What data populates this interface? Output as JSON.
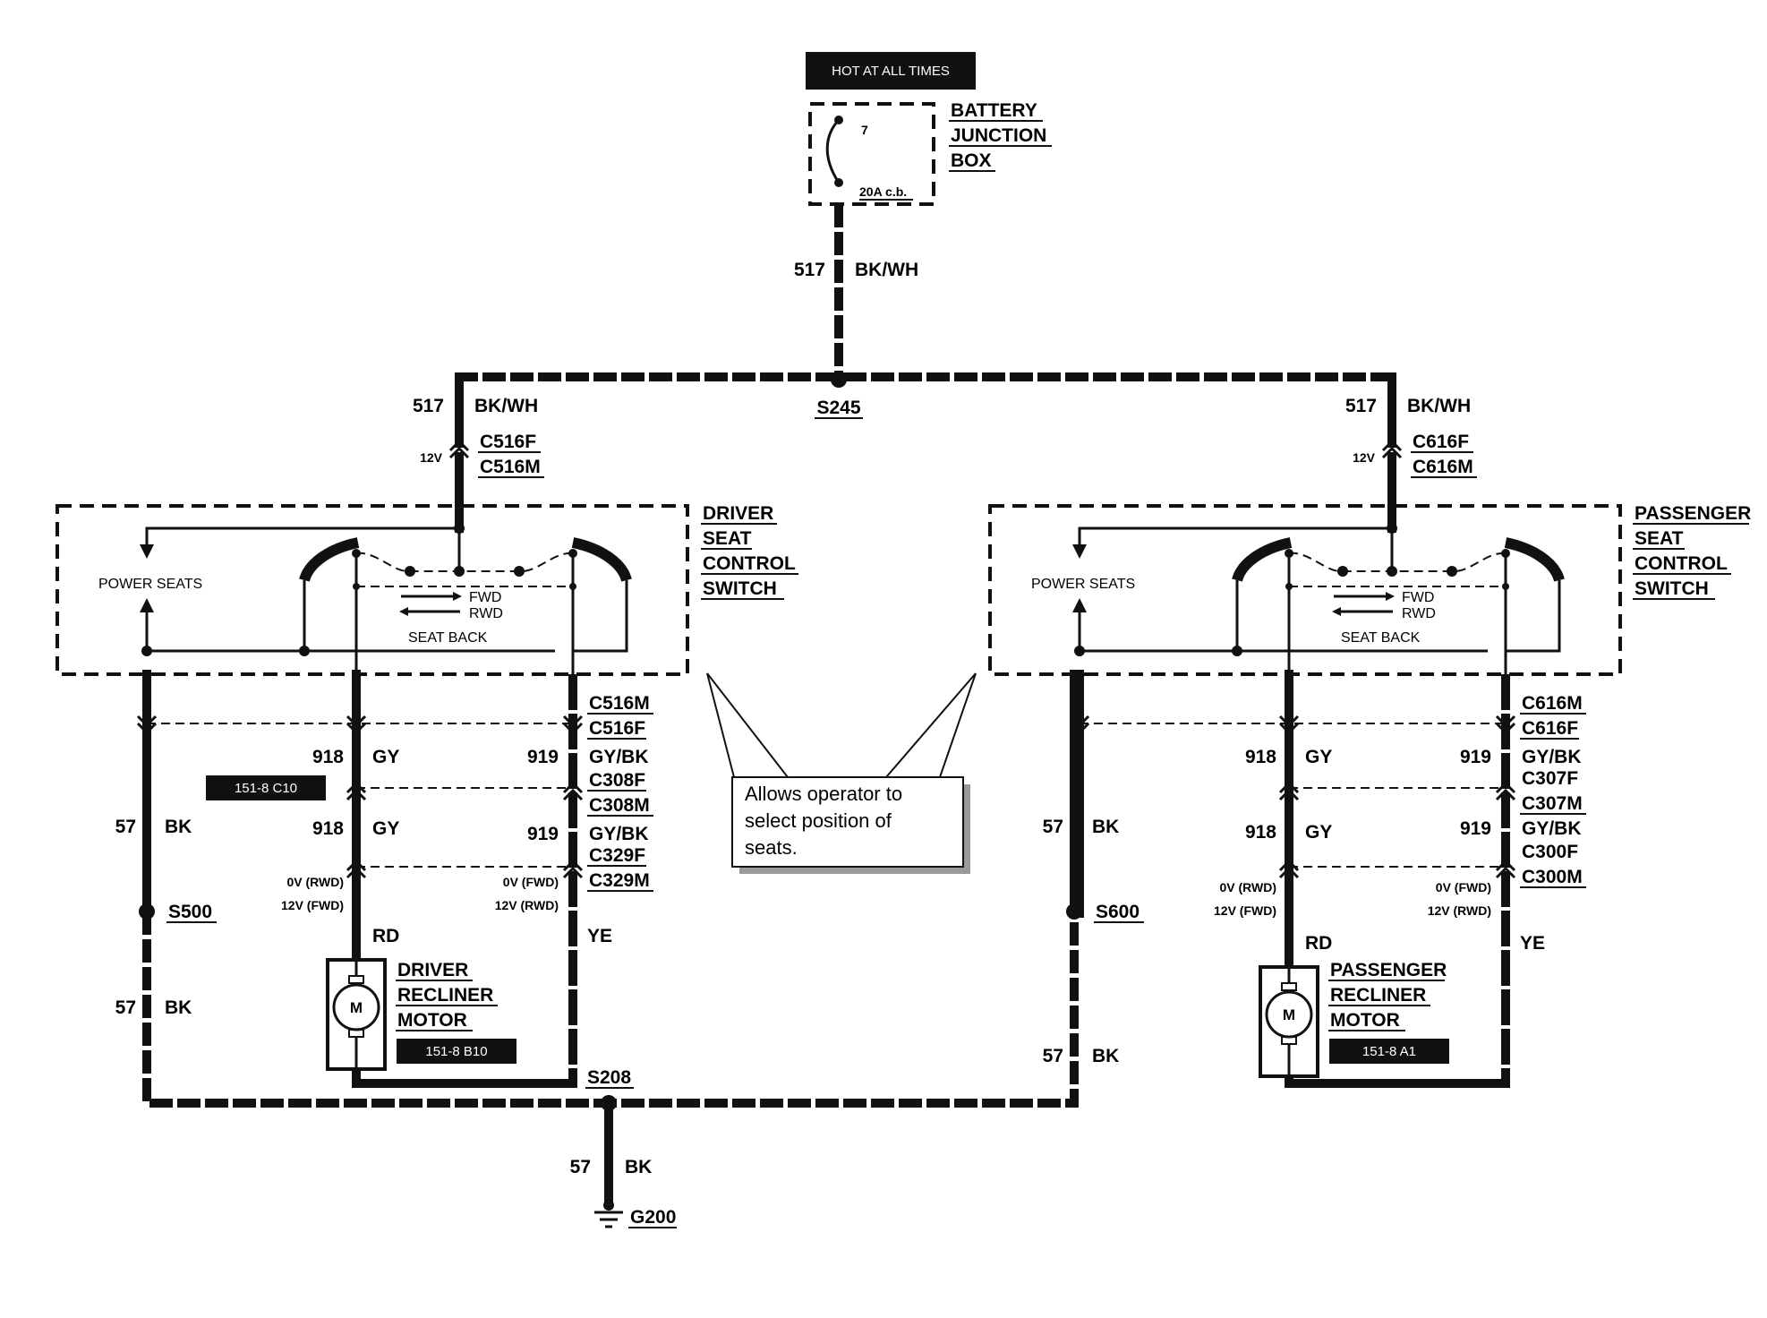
{
  "header_label": "HOT AT ALL TIMES",
  "battery_box": {
    "name_lines": [
      "BATTERY",
      "JUNCTION",
      "BOX"
    ],
    "fuse_number": "7",
    "fuse_rating": "20A c.b."
  },
  "feed_wire": {
    "circuit": "517",
    "color": "BK/WH"
  },
  "splice_top": "S245",
  "driver": {
    "feed_circuit": "517",
    "feed_color": "BK/WH",
    "voltage": "12V",
    "conn_in_f": "C516F",
    "conn_in_m": "C516M",
    "switch_name_lines": [
      "DRIVER",
      "SEAT",
      "CONTROL",
      "SWITCH"
    ],
    "power_seats": "POWER SEATS",
    "fwd": "FWD",
    "rwd": "RWD",
    "seat_back": "SEAT BACK",
    "conn_out": [
      "C516M",
      "C516F",
      "C308F",
      "C308M",
      "C329F",
      "C329M"
    ],
    "left_circuit": "918",
    "left_color": "GY",
    "right_circuit": "919",
    "right_color": "GY/BK",
    "ref_box": "151-8 C10",
    "ground_circuit": "57",
    "ground_color": "BK",
    "left_volts": [
      "0V (RWD)",
      "12V (FWD)"
    ],
    "right_volts": [
      "0V (FWD)",
      "12V (RWD)"
    ],
    "splice": "S500",
    "motor_left_color": "RD",
    "motor_right_color": "YE",
    "motor_name_lines": [
      "DRIVER",
      "RECLINER",
      "MOTOR"
    ],
    "motor_symbol": "M",
    "motor_ref": "151-8 B10"
  },
  "passenger": {
    "feed_circuit": "517",
    "feed_color": "BK/WH",
    "voltage": "12V",
    "conn_in_f": "C616F",
    "conn_in_m": "C616M",
    "switch_name_lines": [
      "PASSENGER",
      "SEAT",
      "CONTROL",
      "SWITCH"
    ],
    "power_seats": "POWER SEATS",
    "fwd": "FWD",
    "rwd": "RWD",
    "seat_back": "SEAT BACK",
    "conn_out": [
      "C616M",
      "C616F",
      "C307F",
      "C307M",
      "C300F",
      "C300M"
    ],
    "left_circuit": "918",
    "left_color": "GY",
    "right_circuit": "919",
    "right_color": "GY/BK",
    "ground_circuit": "57",
    "ground_color": "BK",
    "left_volts": [
      "0V (RWD)",
      "12V (FWD)"
    ],
    "right_volts": [
      "0V (FWD)",
      "12V (RWD)"
    ],
    "splice": "S600",
    "motor_left_color": "RD",
    "motor_right_color": "YE",
    "motor_name_lines": [
      "PASSENGER",
      "RECLINER",
      "MOTOR"
    ],
    "motor_symbol": "M",
    "motor_ref": "151-8 A1"
  },
  "callout_lines": [
    "Allows operator to",
    "select position of",
    "seats."
  ],
  "splice_bottom": "S208",
  "ground_wire": {
    "circuit": "57",
    "color": "BK"
  },
  "ground_point": "G200"
}
